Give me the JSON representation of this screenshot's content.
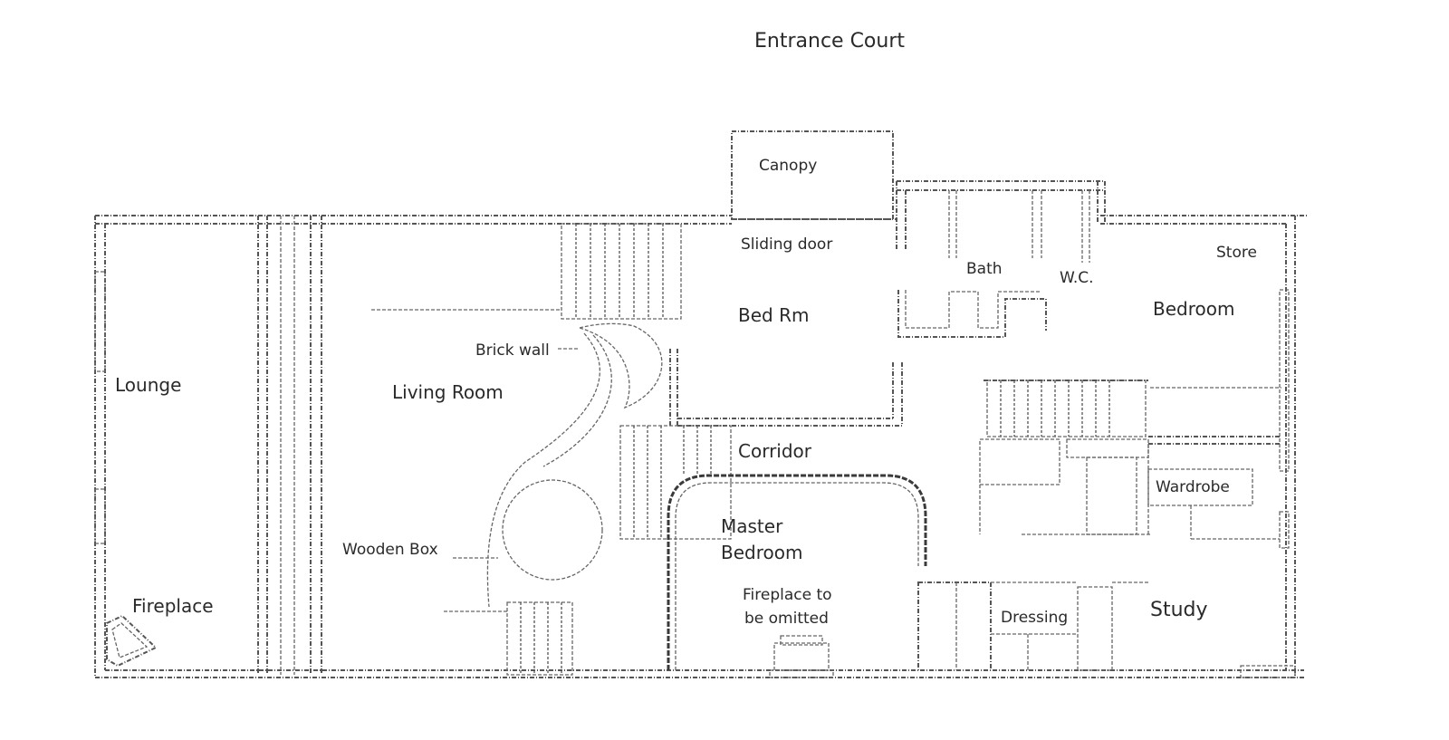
{
  "labels": {
    "entrance_court": "Entrance Court",
    "canopy": "Canopy",
    "sliding_door": "Sliding door",
    "bath": "Bath",
    "wc": "W.C.",
    "store": "Store",
    "bed_rm": "Bed Rm",
    "bedroom": "Bedroom",
    "brick_wall": "Brick wall",
    "lounge": "Lounge",
    "living_room": "Living Room",
    "corridor": "Corridor",
    "wardrobe": "Wardrobe",
    "master_bedroom_line1": "Master",
    "master_bedroom_line2": "Bedroom",
    "wooden_box": "Wooden Box",
    "fireplace": "Fireplace",
    "fireplace_omitted_line1": "Fireplace to",
    "fireplace_omitted_line2": "be omitted",
    "dressing": "Dressing",
    "study": "Study"
  }
}
